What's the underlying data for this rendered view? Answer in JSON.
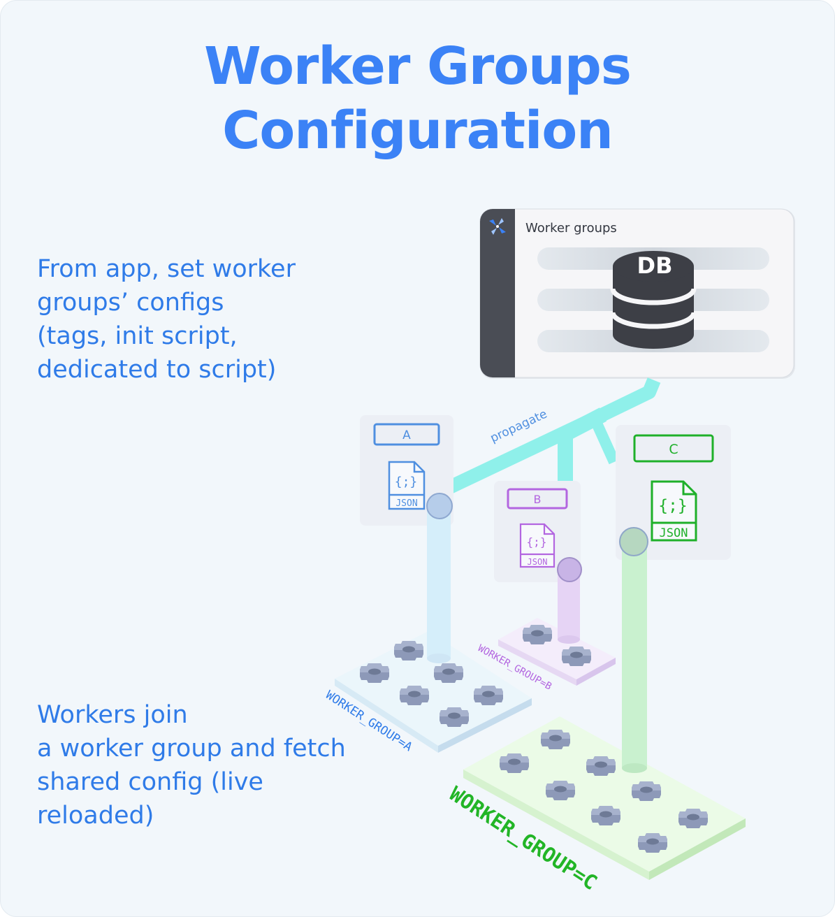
{
  "title": {
    "line1": "Worker Groups",
    "line2": "Configuration"
  },
  "left_text_top": [
    "From app, set worker",
    "groups’ configs",
    "(tags, init script,",
    "dedicated to script)"
  ],
  "left_text_bottom": [
    "Workers join",
    "a worker group and fetch",
    "shared config (live",
    "reloaded)"
  ],
  "app_window": {
    "title": "Worker groups",
    "db_label": "DB",
    "logo_icon": "windmill-logo-icon"
  },
  "propagate_label": "propagate",
  "groups": {
    "a": {
      "tag": "A",
      "json_label": "JSON",
      "json_glyph": "{;}",
      "env_label": "WORKER_GROUP=A",
      "color": "#4f8fe0"
    },
    "b": {
      "tag": "B",
      "json_label": "JSON",
      "json_glyph": "{;}",
      "env_label": "WORKER_GROUP=B",
      "color": "#b366e0"
    },
    "c": {
      "tag": "C",
      "json_label": "JSON",
      "json_glyph": "{;}",
      "env_label": "WORKER_GROUP=C",
      "color": "#1fb02a"
    }
  },
  "colors": {
    "title": "#3b82f6",
    "body_text": "#2f7be8",
    "propagate_line": "#8ff0ea",
    "sidebar": "#4a4d55"
  }
}
